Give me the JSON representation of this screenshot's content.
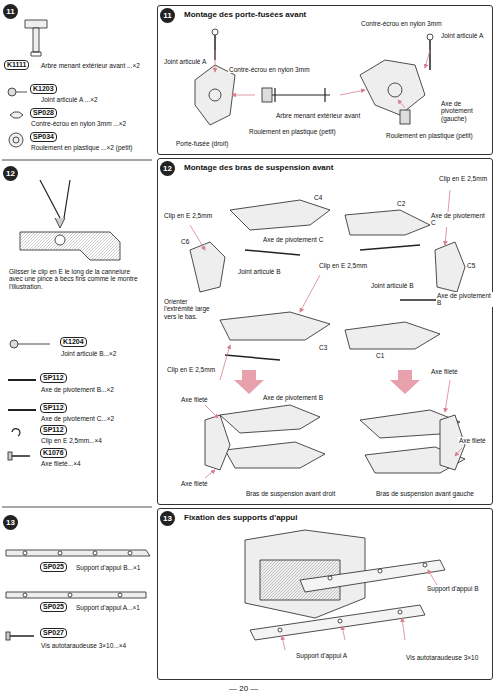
{
  "diagram": {
    "nodes": [
      {
        "text": [
          "Montage des porte-fusées avant"
        ]
      },
      {
        "text": [
          "Montage des bras de suspension avant"
        ]
      },
      {
        "text": [
          "Fixation des supports d'appui"
        ]
      }
    ],
    "labels": [
      "11",
      "K1111",
      "Arbre menant extérieur avant ...×2",
      "K1203",
      "Joint articulé A ...×2",
      "SP028",
      "Contre-écrou en nylon 3mm ...×2",
      "SP034",
      "Roulement en plastique ...×2 (petit)",
      "12",
      "Glisser le clip en E le long de la cannelure avec une pince à becs fins comme le montre l'illustration.",
      "K1204",
      "Joint articulé B...×2",
      "SP112",
      "Axe de pivotement B...×2",
      "SP112",
      "Axe de pivotement C...×2",
      "SP112",
      "Clip en E 2,5mm...×4",
      "K1076",
      "Axe fileté...×4",
      "13",
      "SP025",
      "Support d'appui B...×1",
      "SP025",
      "Support d'appui A...×1",
      "SP027",
      "Vis autotaraudeuse 3×10...×4",
      "11",
      "Joint articulé A",
      "Contre-écrou en nylon 3mm",
      "Arbre menant extérieur avant",
      "Contre-écrou en nylon 3mm",
      "Joint articulé A",
      "Axe de pivotement (gauche)",
      "Porte-fusée (droit)",
      "Roulement en plastique (petit)",
      "Roulement en plastique (petit)",
      "12",
      "Clip en E 2,5mm",
      "C4",
      "C2",
      "Axe de pivotement C",
      "Clip en E 2,5mm",
      "C6",
      "Axe de pivotement C",
      "Joint articulé B",
      "Clip en E 2,5mm",
      "C5",
      "Orienter l'extrémité large vers le bas.",
      "Joint articulé B",
      "Axe de pivotement B",
      "C3",
      "Clip en E 2,5mm",
      "Axe de pivotement B",
      "C1",
      "Axe fileté",
      "Axe fileté",
      "Axe fileté",
      "Axe fileté",
      "Bras de suspension avant droit",
      "Bras de suspension avant gauche",
      "13",
      "Support d'appui B",
      "Support d'appui A",
      "Vis autotaraudeuse 3×10",
      "— 20 —"
    ]
  }
}
